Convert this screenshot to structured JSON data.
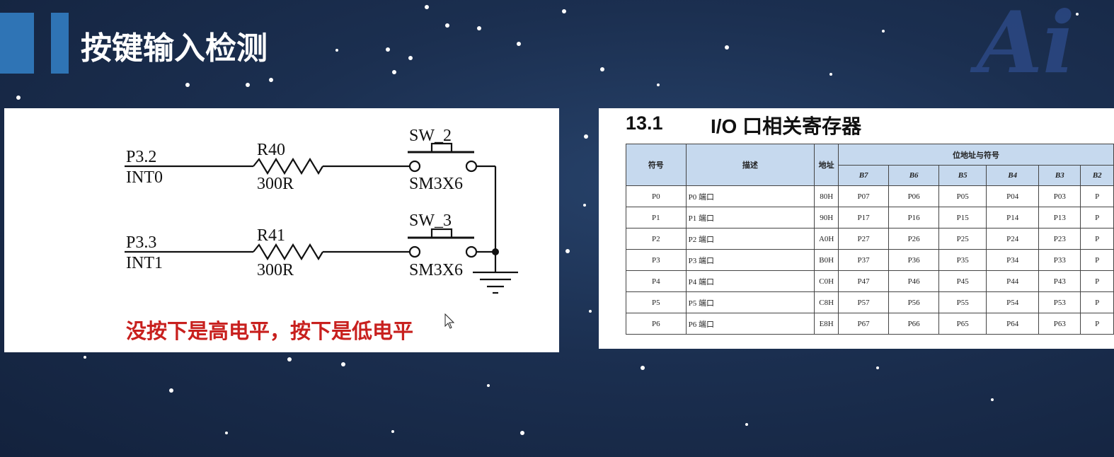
{
  "slide": {
    "title": "按键输入检测",
    "logo_text": "Ai",
    "accent_color": "#2f74b5"
  },
  "circuit": {
    "net1": {
      "port": "P3.2",
      "signal": "INT0",
      "resistor": "R40",
      "resistor_value": "300R",
      "switch": "SW_2",
      "switch_model": "SM3X6"
    },
    "net2": {
      "port": "P3.3",
      "signal": "INT1",
      "resistor": "R41",
      "resistor_value": "300R",
      "switch": "SW_3",
      "switch_model": "SM3X6"
    },
    "caption": "没按下是高电平，按下是低电平",
    "caption_color": "#c8201e"
  },
  "register_doc": {
    "section_number": "13.1",
    "section_title": "I/O 口相关寄存器",
    "headers": {
      "symbol": "符号",
      "description": "描述",
      "address": "地址",
      "bits_group": "位地址与符号"
    },
    "bit_labels": [
      "B7",
      "B6",
      "B5",
      "B4",
      "B3",
      "B2"
    ],
    "rows": [
      {
        "symbol": "P0",
        "desc": "P0 端口",
        "addr": "80H",
        "bits": [
          "P07",
          "P06",
          "P05",
          "P04",
          "P03",
          "P"
        ]
      },
      {
        "symbol": "P1",
        "desc": "P1 端口",
        "addr": "90H",
        "bits": [
          "P17",
          "P16",
          "P15",
          "P14",
          "P13",
          "P"
        ]
      },
      {
        "symbol": "P2",
        "desc": "P2 端口",
        "addr": "A0H",
        "bits": [
          "P27",
          "P26",
          "P25",
          "P24",
          "P23",
          "P"
        ]
      },
      {
        "symbol": "P3",
        "desc": "P3 端口",
        "addr": "B0H",
        "bits": [
          "P37",
          "P36",
          "P35",
          "P34",
          "P33",
          "P"
        ]
      },
      {
        "symbol": "P4",
        "desc": "P4 端口",
        "addr": "C0H",
        "bits": [
          "P47",
          "P46",
          "P45",
          "P44",
          "P43",
          "P"
        ]
      },
      {
        "symbol": "P5",
        "desc": "P5 端口",
        "addr": "C8H",
        "bits": [
          "P57",
          "P56",
          "P55",
          "P54",
          "P53",
          "P"
        ]
      },
      {
        "symbol": "P6",
        "desc": "P6 端口",
        "addr": "E8H",
        "bits": [
          "P67",
          "P66",
          "P65",
          "P64",
          "P63",
          "P"
        ]
      }
    ]
  }
}
